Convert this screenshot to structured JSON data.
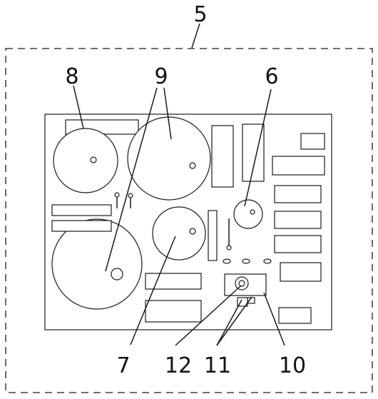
{
  "labels": {
    "enclosure": "5",
    "part_6": "6",
    "part_7": "7",
    "part_8": "8",
    "part_9": "9",
    "part_10": "10",
    "part_11": "11",
    "part_12": "12"
  }
}
